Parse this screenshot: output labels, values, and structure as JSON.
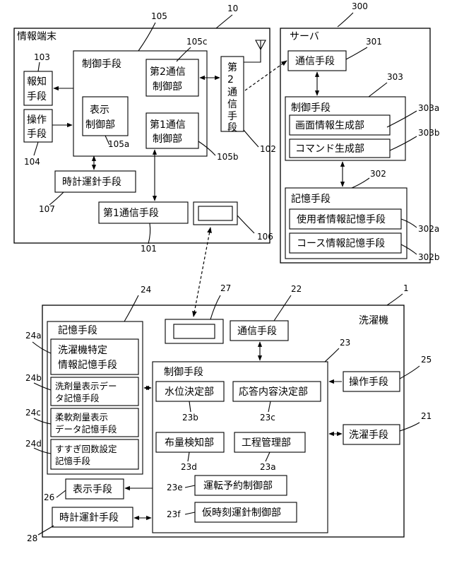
{
  "terminal": {
    "title": "情報端末",
    "ref": "10",
    "notify": "報知手段",
    "notify_ref": "103",
    "operate": "操作手段",
    "operate_ref": "104",
    "control": "制御手段",
    "control_ref": "105",
    "display_ctrl": "表示制御部",
    "display_ctrl_ref": "105a",
    "comm2_ctrl": "第2通信制御部",
    "comm2_ctrl_ref": "105c",
    "comm1_ctrl": "第1通信制御部",
    "comm1_ctrl_ref": "105b",
    "comm2": "第2通信手段",
    "comm2_ref": "102",
    "clock": "時計運針手段",
    "clock_ref": "107",
    "comm1": "第1通信手段",
    "comm1_ref": "101",
    "module_ref": "106"
  },
  "server": {
    "title": "サーバ",
    "ref": "300",
    "comm": "通信手段",
    "comm_ref": "301",
    "control": "制御手段",
    "control_ref": "303",
    "screen_gen": "画面情報生成部",
    "screen_gen_ref": "303a",
    "cmd_gen": "コマンド生成部",
    "cmd_gen_ref": "303b",
    "storage": "記憶手段",
    "storage_ref": "302",
    "user_store": "使用者情報記憶手段",
    "user_store_ref": "302a",
    "course_store": "コース情報記憶手段",
    "course_store_ref": "302b"
  },
  "washer": {
    "title": "洗濯機",
    "ref": "1",
    "storage": "記憶手段",
    "storage_ref": "24",
    "id_store": "洗濯機特定情報記憶手段",
    "id_store_ref": "24a",
    "detergent_store": "洗剤量表示データ記憶手段",
    "detergent_store_ref": "24b",
    "softener_store": "柔軟剤量表示データ記憶手段",
    "softener_store_ref": "24c",
    "rinse_store": "すすぎ回数設定記憶手段",
    "rinse_store_ref": "24d",
    "module_ref": "27",
    "comm": "通信手段",
    "comm_ref": "22",
    "control": "制御手段",
    "control_ref": "23",
    "water_level": "水位決定部",
    "water_level_ref": "23b",
    "response": "応答内容決定部",
    "response_ref": "23c",
    "load_detect": "布量検知部",
    "load_detect_ref": "23d",
    "process": "工程管理部",
    "process_ref": "23a",
    "reservation": "運転予約制御部",
    "reservation_ref": "23e",
    "temp_clock": "仮時刻運針制御部",
    "temp_clock_ref": "23f",
    "operate": "操作手段",
    "operate_ref": "25",
    "wash": "洗濯手段",
    "wash_ref": "21",
    "display": "表示手段",
    "display_ref": "26",
    "clock": "時計運針手段",
    "clock_ref": "28"
  }
}
